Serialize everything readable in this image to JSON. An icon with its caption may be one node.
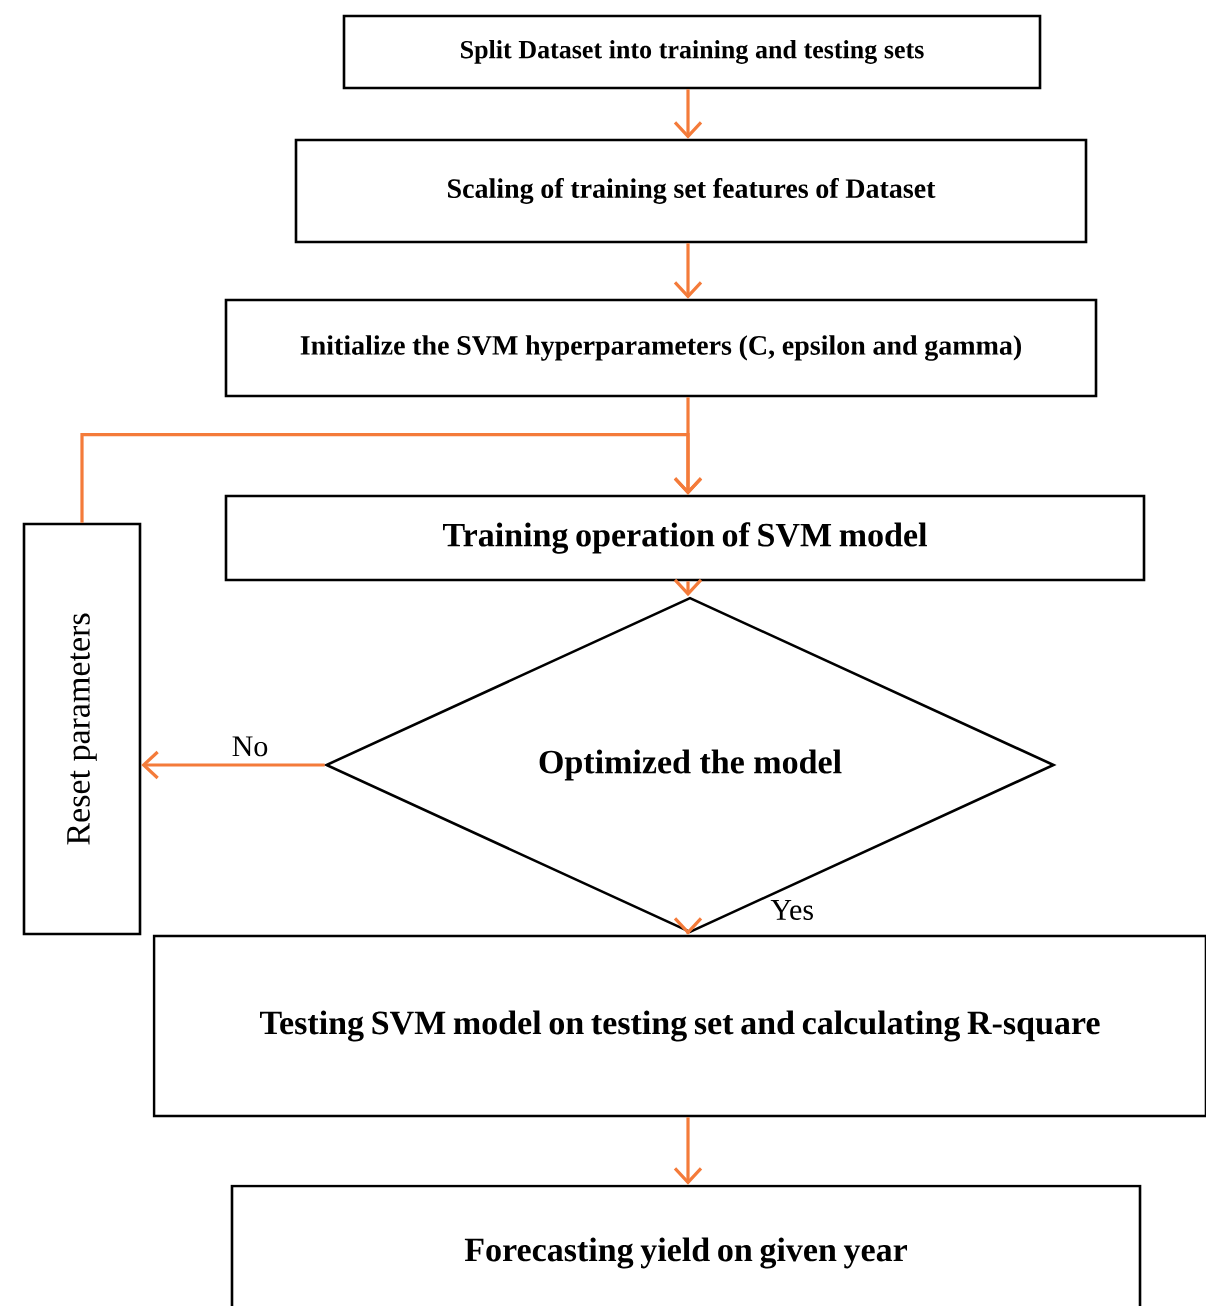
{
  "diagram": {
    "nodes": [
      {
        "text": [
          "Split Dataset into training and testing sets"
        ]
      },
      {
        "text": [
          "Scaling of training set features of Dataset"
        ]
      },
      {
        "text": [
          "Initialize the SVM hyperparameters (C, epsilon and gamma)"
        ]
      },
      {
        "text": [
          "Training operation of SVM model"
        ]
      },
      {
        "text": [
          "Reset parameters"
        ]
      },
      {
        "text": [
          "Optimized the model"
        ]
      },
      {
        "text": [
          "Testing SVM model on testing set and calculating R-square"
        ]
      },
      {
        "text": [
          "Forecasting yield on given year"
        ]
      }
    ],
    "edges": [
      {
        "from": 0,
        "to": 1,
        "arrow": "to"
      },
      {
        "from": 1,
        "to": 2,
        "arrow": "to"
      },
      {
        "from": 2,
        "to": 3,
        "arrow": "to"
      },
      {
        "from": 4,
        "to": 3,
        "arrow": "to"
      },
      {
        "from": 3,
        "to": 5,
        "arrow": "to"
      },
      {
        "from": 5,
        "to": 4,
        "arrow": "to",
        "label": "No"
      },
      {
        "from": 5,
        "to": 6,
        "arrow": "to",
        "label": "Yes"
      },
      {
        "from": 6,
        "to": 7,
        "arrow": "to"
      }
    ]
  }
}
